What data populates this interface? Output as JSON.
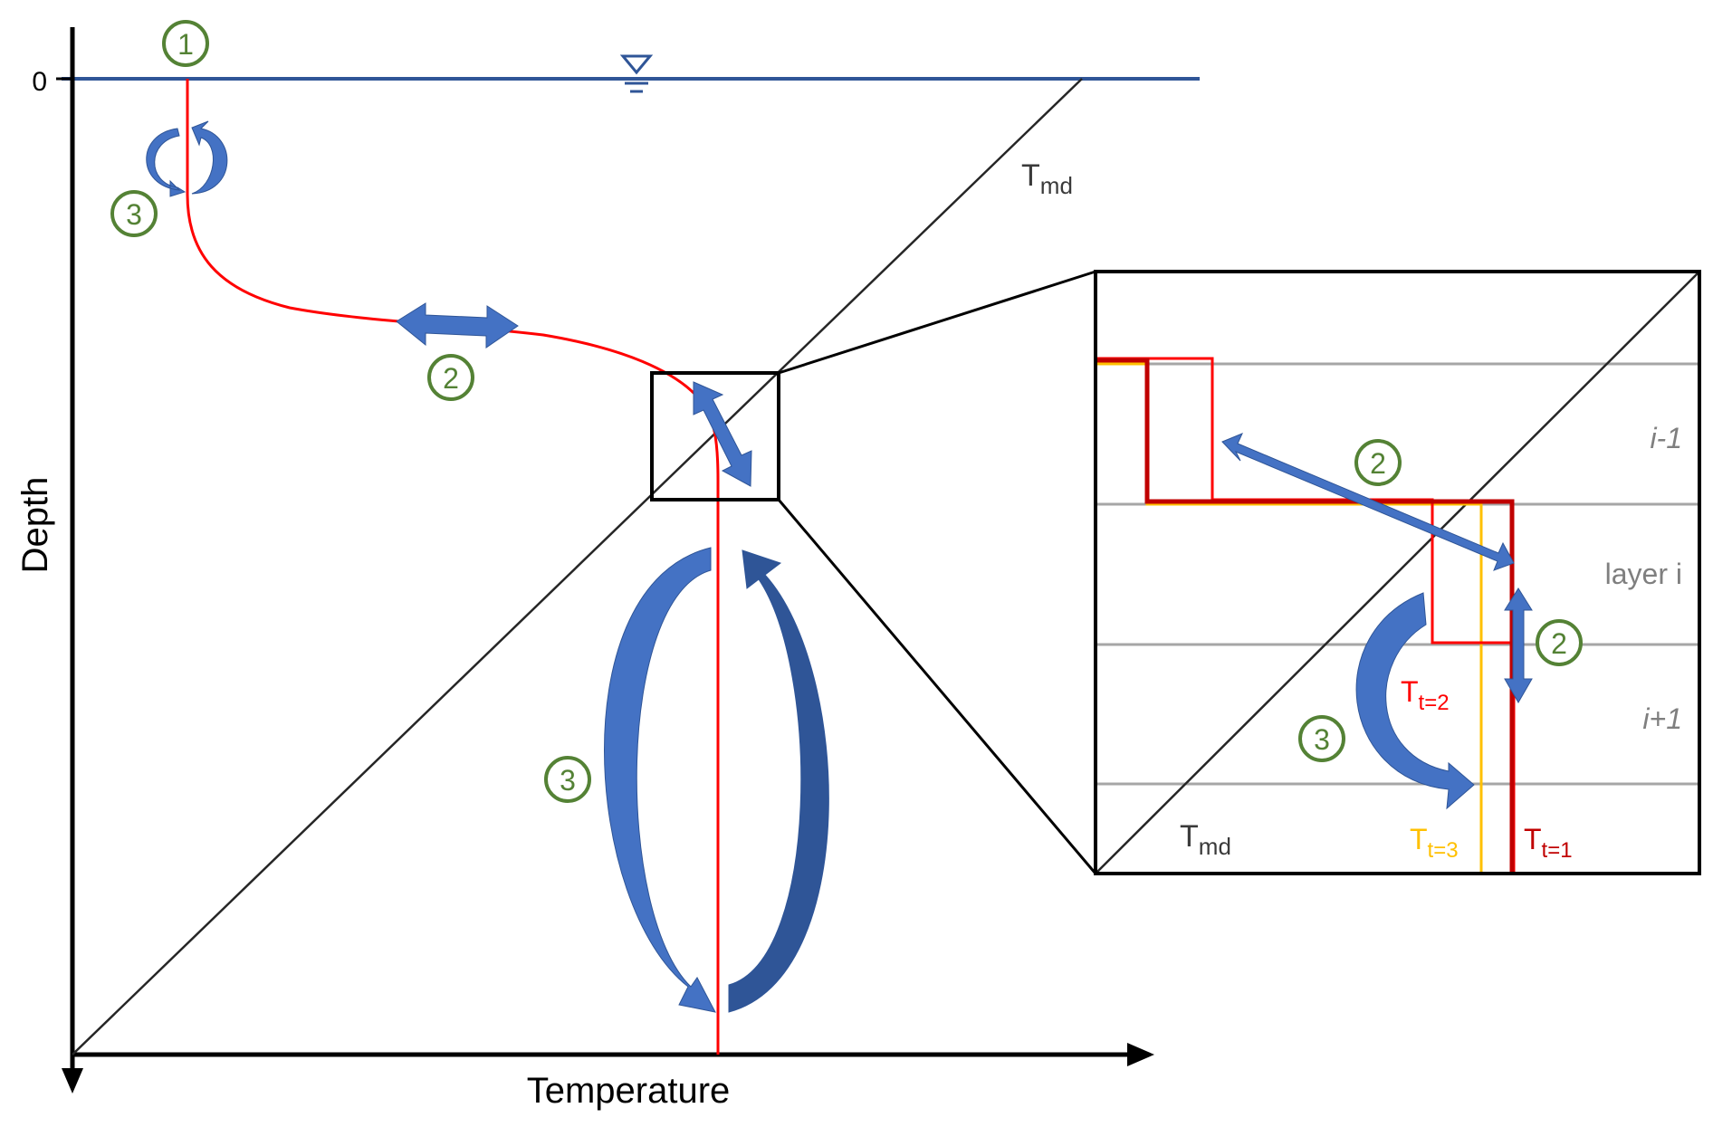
{
  "axes": {
    "x_label": "Temperature",
    "y_label": "Depth",
    "zero_tick": "0"
  },
  "tmd_label": {
    "main": "T",
    "sub": "md"
  },
  "markers": [
    "1",
    "2",
    "3"
  ],
  "inset": {
    "layers": [
      "i-1",
      "layer i",
      "i+1"
    ],
    "tmd_label": {
      "main": "T",
      "sub": "md"
    },
    "profiles": [
      {
        "main": "T",
        "sub": "t=1",
        "color": "#c00000"
      },
      {
        "main": "T",
        "sub": "t=2",
        "color": "#ff0000"
      },
      {
        "main": "T",
        "sub": "t=3",
        "color": "#ffc000"
      }
    ]
  },
  "colors": {
    "water": "#2f5597",
    "arrow": "#4472c4",
    "arrow_dark": "#2f5597",
    "marker": "#548235",
    "profile": "#ff0000",
    "layer_line": "#a6a6a6",
    "layer_text": "#7f7f7f"
  }
}
